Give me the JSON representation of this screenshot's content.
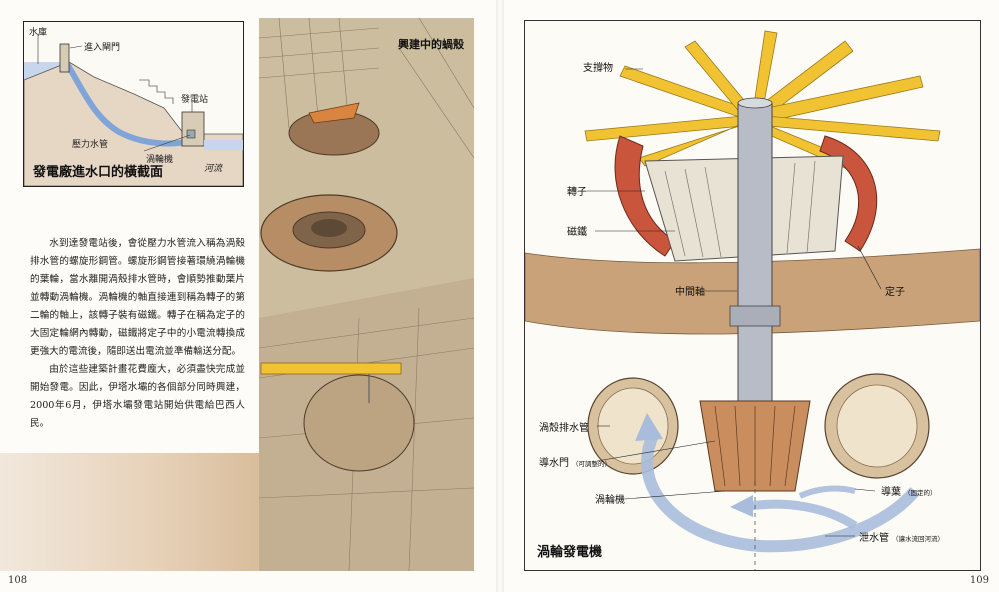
{
  "left_page": {
    "inset": {
      "labels": {
        "reservoir": "水庫",
        "intake_gate": "進入閘門",
        "powerhouse": "發電站",
        "penstock": "壓力水管",
        "turbine": "渦輪機",
        "river": "河流"
      },
      "title": "發電廠進水口的橫截面"
    },
    "paragraphs": [
      "水到達發電站後，會從壓力水管流入稱為渦殼排水管的螺旋形鋼管。螺旋形鋼管接著環繞渦輪機的葉輪，當水離開渦殼排水管時，會順勢推動葉片並轉動渦輪機。渦輪機的軸直接連到稱為轉子的第二輪的軸上，該轉子裝有磁鐵。轉子在稱為定子的大固定輪網內轉動，磁鐵將定子中的小電流轉換成更強大的電流後，隨即送出電流並準備輸送分配。",
      "由於這些建築計畫花費龐大，必須盡快完成並開始發電。因此，伊塔水壩的各個部分同時興建，2000年6月，伊塔水壩發電站開始供電給巴西人民。"
    ],
    "illustration_title": "興建中的蝸殼",
    "page_number": "108"
  },
  "right_page": {
    "labels": {
      "supports": "支撐物",
      "rotor": "轉子",
      "magnets": "磁鐵",
      "shaft": "中間軸",
      "stator": "定子",
      "scroll_case": "渦殼排水管",
      "wicket_gate": "導水門",
      "wicket_gate_note": "（可調整的）",
      "turbine": "渦輪機",
      "stay_vane": "導葉",
      "stay_vane_note": "（固定的）",
      "draft_tube": "泄水管",
      "draft_tube_note": "（讓水流回河流）"
    },
    "title": "渦輪發電機",
    "page_number": "109"
  },
  "colors": {
    "water": "#a9bcdc",
    "steel_yellow": "#f1c232",
    "rotor_red": "#c8553c",
    "shaft_grey": "#b7bcc6",
    "concrete_tan": "#c9a27a"
  }
}
